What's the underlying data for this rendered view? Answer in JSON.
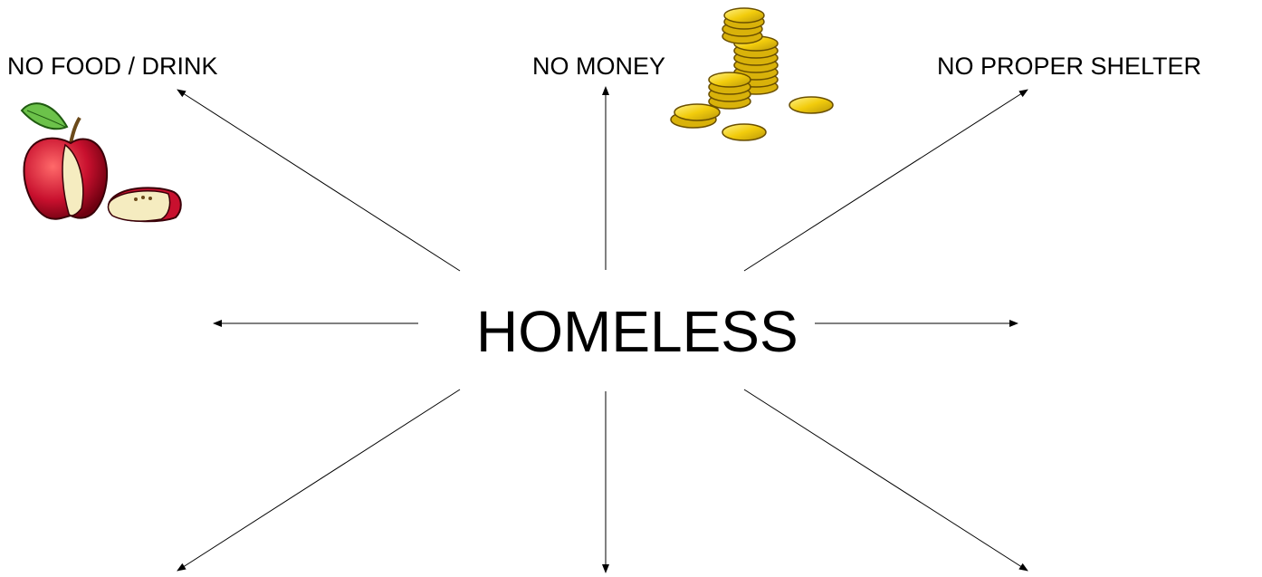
{
  "diagram": {
    "center": "HOMELESS",
    "branches": [
      {
        "id": "food",
        "label": "NO FOOD / DRINK",
        "icon": "apple-icon"
      },
      {
        "id": "money",
        "label": "NO MONEY",
        "icon": "coins-icon"
      },
      {
        "id": "shelter",
        "label": "NO PROPER SHELTER",
        "icon": ""
      },
      {
        "id": "left",
        "label": "",
        "icon": ""
      },
      {
        "id": "right",
        "label": "",
        "icon": ""
      },
      {
        "id": "bottom-left",
        "label": "",
        "icon": ""
      },
      {
        "id": "bottom",
        "label": "",
        "icon": ""
      },
      {
        "id": "bottom-right",
        "label": "",
        "icon": ""
      }
    ],
    "colors": {
      "apple": "#c8102e",
      "leaf": "#6cc24a",
      "coin": "#f2cc0c",
      "coin_edge": "#b8960a"
    }
  }
}
